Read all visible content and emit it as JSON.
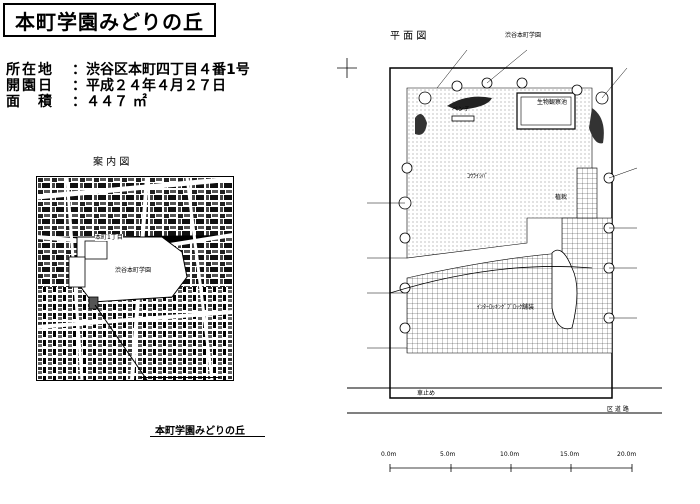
{
  "title": "本町学園みどりの丘",
  "info": [
    {
      "key": "所在地",
      "value": "渋谷区本町四丁目４番1号"
    },
    {
      "key": "開園日",
      "value": "平成２４年４月２７日"
    },
    {
      "key": "面　積",
      "value": "４４７ ㎡"
    }
  ],
  "guide_map": {
    "title": "案 内 図",
    "labels": {
      "street": "本町1丁目",
      "school": "渋谷本町学園"
    },
    "callout": "本町学園みどりの丘"
  },
  "plan": {
    "title": "平 面 図",
    "labels": {
      "school": "渋谷本町学園",
      "lawn": "ｺｳﾗｲｼﾊﾞ",
      "paving": "ｲﾝﾀｰﾛｯｷﾝｸﾞﾌﾞﾛｯｸ舗装",
      "bench": "ベンチ",
      "planter": "植栽",
      "pond_area": "生物観察池",
      "road": "区 道 路",
      "entrance": "車止め"
    },
    "scale": [
      "0.0m",
      "5.0m",
      "10.0m",
      "15.0m",
      "20.0m"
    ]
  }
}
